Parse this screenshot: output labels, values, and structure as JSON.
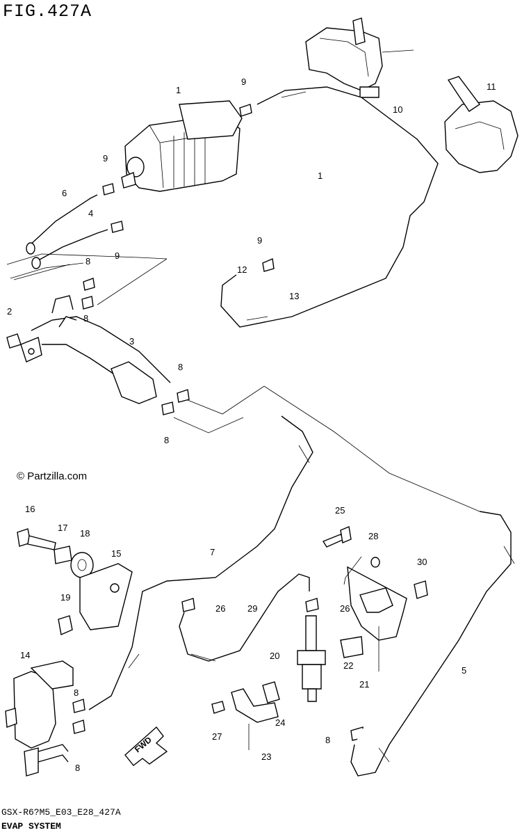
{
  "figure": {
    "title": "FIG.427A",
    "code": "GSX-R6?M5_E03_E28_427A",
    "name": "EVAP SYSTEM"
  },
  "watermark": "© Partzilla.com",
  "fwd_label": "FWD",
  "callouts": [
    {
      "id": "c1a",
      "label": "1"
    },
    {
      "id": "c1b",
      "label": "1"
    },
    {
      "id": "c2",
      "label": "2"
    },
    {
      "id": "c3",
      "label": "3"
    },
    {
      "id": "c4",
      "label": "4"
    },
    {
      "id": "c5",
      "label": "5"
    },
    {
      "id": "c6",
      "label": "6"
    },
    {
      "id": "c7",
      "label": "7"
    },
    {
      "id": "c8a",
      "label": "8"
    },
    {
      "id": "c8b",
      "label": "8"
    },
    {
      "id": "c8c",
      "label": "8"
    },
    {
      "id": "c8d",
      "label": "8"
    },
    {
      "id": "c8e",
      "label": "8"
    },
    {
      "id": "c8f",
      "label": "8"
    },
    {
      "id": "c8g",
      "label": "8"
    },
    {
      "id": "c9a",
      "label": "9"
    },
    {
      "id": "c9b",
      "label": "9"
    },
    {
      "id": "c9c",
      "label": "9"
    },
    {
      "id": "c9d",
      "label": "9"
    },
    {
      "id": "c10",
      "label": "10"
    },
    {
      "id": "c11",
      "label": "11"
    },
    {
      "id": "c12",
      "label": "12"
    },
    {
      "id": "c13",
      "label": "13"
    },
    {
      "id": "c14",
      "label": "14"
    },
    {
      "id": "c15",
      "label": "15"
    },
    {
      "id": "c16",
      "label": "16"
    },
    {
      "id": "c17",
      "label": "17"
    },
    {
      "id": "c18",
      "label": "18"
    },
    {
      "id": "c19",
      "label": "19"
    },
    {
      "id": "c20",
      "label": "20"
    },
    {
      "id": "c21",
      "label": "21"
    },
    {
      "id": "c22",
      "label": "22"
    },
    {
      "id": "c23",
      "label": "23"
    },
    {
      "id": "c24",
      "label": "24"
    },
    {
      "id": "c25",
      "label": "25"
    },
    {
      "id": "c26a",
      "label": "26"
    },
    {
      "id": "c26b",
      "label": "26"
    },
    {
      "id": "c27",
      "label": "27"
    },
    {
      "id": "c28",
      "label": "28"
    },
    {
      "id": "c29",
      "label": "29"
    },
    {
      "id": "c30",
      "label": "30"
    }
  ]
}
